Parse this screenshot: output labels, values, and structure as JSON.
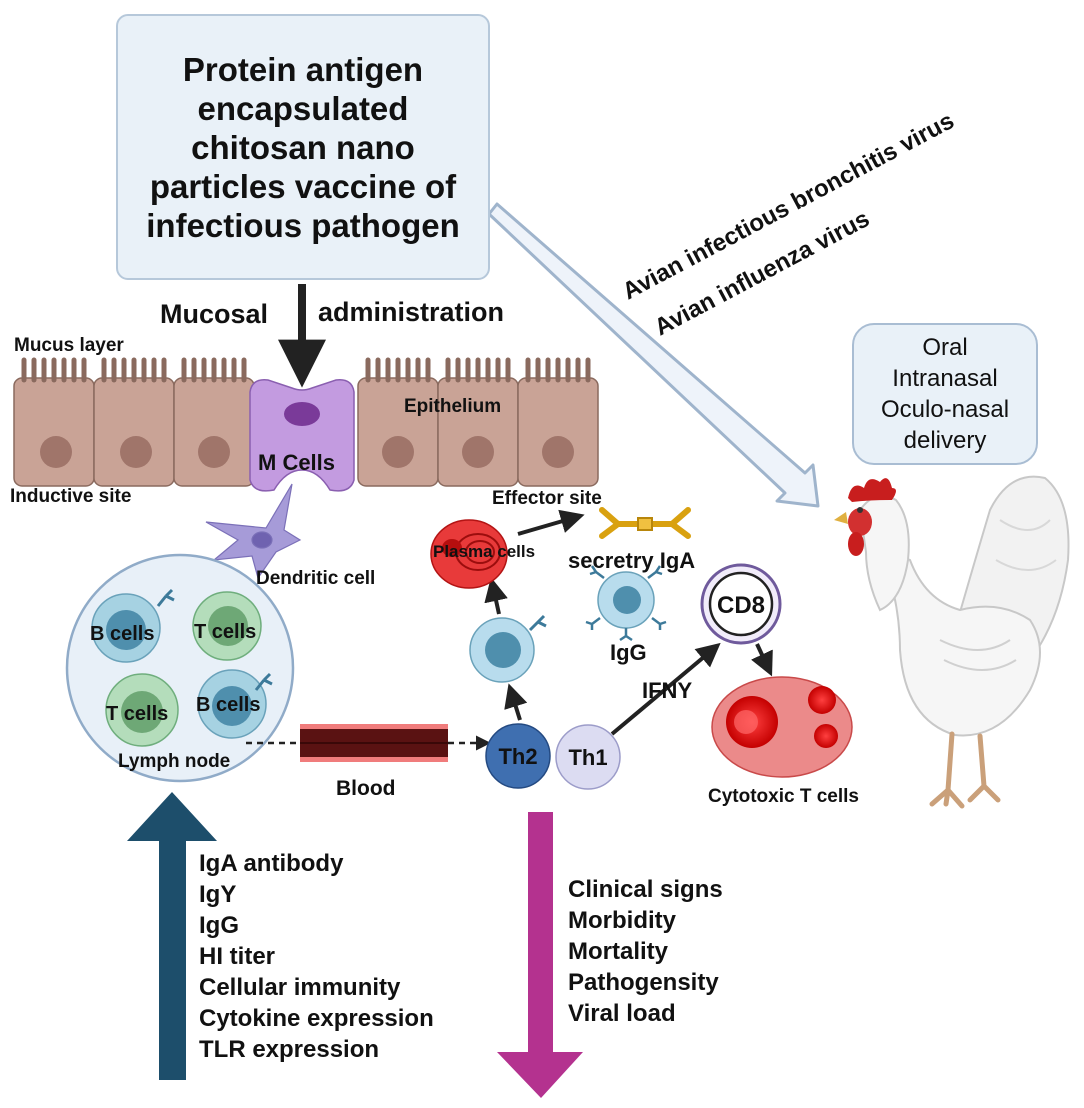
{
  "title": "Protein antigen encapsulated chitosan nano particles vaccine of infectious pathogen",
  "route": {
    "left": "Mucosal",
    "right": "administration"
  },
  "viruses": [
    "Avian infectious bronchitis virus",
    "Avian influenza virus"
  ],
  "delivery": [
    "Oral",
    "Intranasal",
    "Oculo-nasal",
    "delivery"
  ],
  "labels": {
    "mucus_layer": "Mucus layer",
    "epithelium": "Epithelium",
    "m_cells": "M Cells",
    "inductive_site": "Inductive site",
    "effector_site": "Effector site",
    "dendritic_cell": "Dendritic cell",
    "plasma_cells": "Plasma cells",
    "secretory_iga": "secretry IgA",
    "igg": "IgG",
    "cd8": "CD8",
    "ifny": "IFNY",
    "th2": "Th2",
    "th1": "Th1",
    "cytotoxic": "Cytotoxic T cells",
    "lymph_node": "Lymph node",
    "blood": "Blood",
    "b_cells_1": "B cells",
    "t_cells_1": "T cells",
    "t_cells_2": "T cells",
    "b_cells_2": "B cells"
  },
  "increase_list": [
    "IgA antibody",
    "IgY",
    "IgG",
    "HI titer",
    "Cellular immunity",
    "Cytokine expression",
    "TLR expression"
  ],
  "decrease_list": [
    "Clinical signs",
    "Morbidity",
    "Mortality",
    "Pathogensity",
    "Viral load"
  ],
  "colors": {
    "epithelium": "#c9a396",
    "m_cell": "#b98bd6",
    "up_arrow": "#1d4e6b",
    "down_arrow": "#b4328f",
    "box_fill": "#e9f1f8"
  }
}
